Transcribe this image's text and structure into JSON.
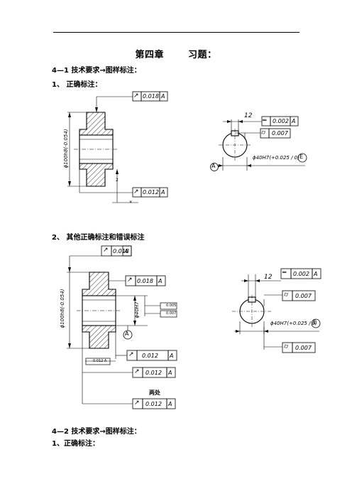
{
  "header": {
    "chapter": "第四章",
    "topic": "习题："
  },
  "section1": {
    "heading": "4—1 技术要求→图样标注：",
    "item1": "1、 正确标注：",
    "fig1": {
      "fcf_top": {
        "symbol": "↗",
        "value": "0.018",
        "datum": "A"
      },
      "fcf_bottom": {
        "symbol": "↗",
        "value": "0.012",
        "datum": "A"
      },
      "dim_dia": "ϕ100h8(-0.054)",
      "leader_label": "2"
    },
    "fig2": {
      "dim_width": "12",
      "fcf_sym": {
        "symbol": "═",
        "value": "0.002",
        "datum": "A"
      },
      "fcf_cyl": {
        "symbol": "⌭",
        "value": "0.007"
      },
      "datum_tag": "A",
      "dim_bore": "ϕ40H7(+0.025 / 0)",
      "envelope": "E"
    },
    "item2": "2、 其他正确标注和错误标注",
    "fig3": {
      "fcf_a": {
        "symbol": "↗",
        "value": "0.018",
        "datum": "A"
      },
      "fcf_b": {
        "symbol": "↗",
        "value": "0.018",
        "datum": "A"
      },
      "fcf_c": {
        "symbol": "↗",
        "value": "0.012",
        "datum": "A"
      },
      "fcf_d": {
        "symbol": "↗",
        "value": "0.012",
        "datum": "A"
      },
      "fcf_e": {
        "symbol": "↗",
        "value": "0.012",
        "datum": "A"
      },
      "fcf_e_note": "两处",
      "small_a": "0.005",
      "small_b": "0.007",
      "small_c": "0.012 A",
      "dim_dia": "ϕ100h8(-0.054)",
      "dim_bore": "ϕ40H7",
      "datum_tag": "A"
    },
    "fig4": {
      "dim_width": "12",
      "fcf_sym": {
        "symbol": "═",
        "value": "0.002",
        "datum": "A"
      },
      "fcf_cyl1": {
        "symbol": "⌭",
        "value": "0.007"
      },
      "fcf_cyl2": {
        "symbol": "⌭",
        "value": "0.007"
      },
      "dim_bore": "ϕ40H7(+0.025 / 0)",
      "envelope": "E"
    }
  },
  "section2": {
    "heading": "4—2 技术要求→图样标注：",
    "item1": "1、正确标注："
  }
}
